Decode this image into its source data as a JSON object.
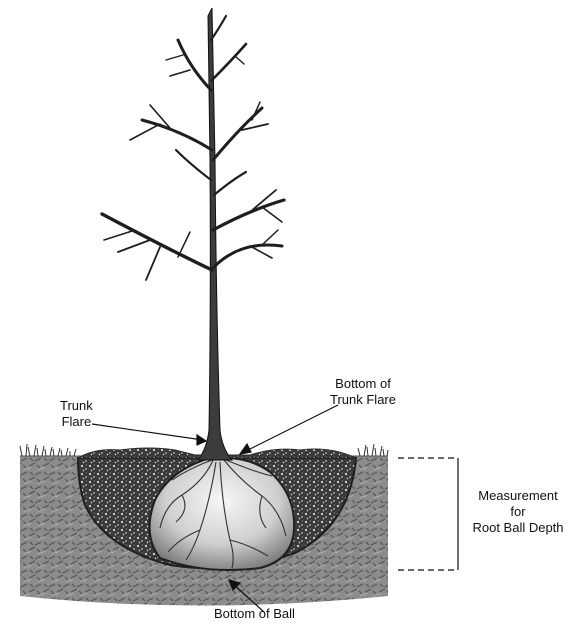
{
  "labels": {
    "trunk_flare": [
      "Trunk",
      "Flare"
    ],
    "bottom_of_trunk_flare": [
      "Bottom of",
      "Trunk Flare"
    ],
    "measurement": [
      "Measurement",
      "for",
      "Root Ball Depth"
    ],
    "bottom_of_ball": "Bottom of Ball"
  }
}
